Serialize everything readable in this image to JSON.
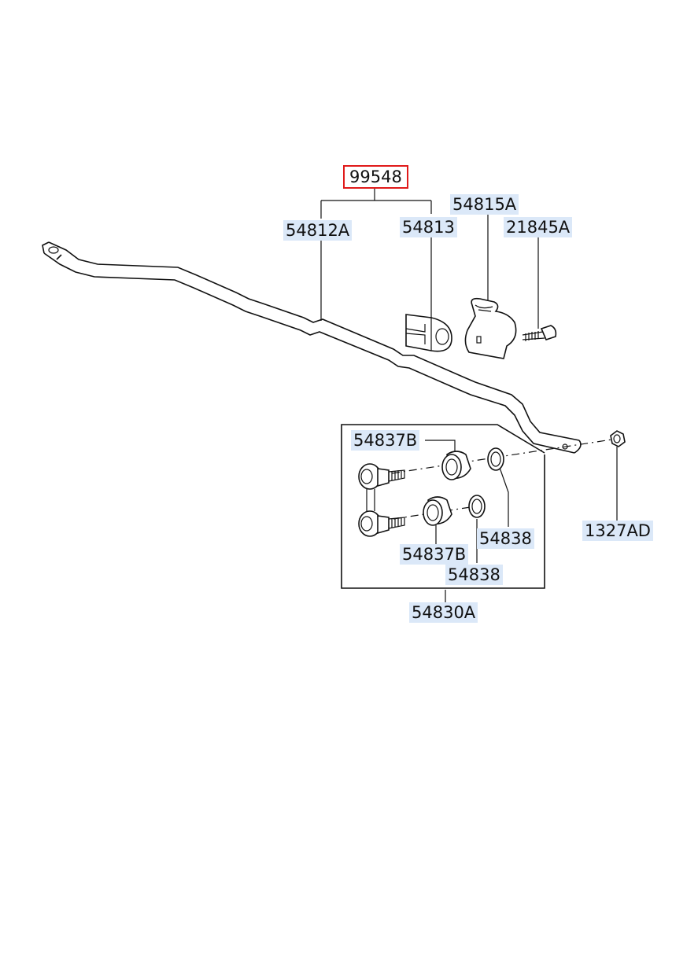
{
  "diagram": {
    "assembly_code": "99548",
    "parts": {
      "bar": "54812A",
      "bushing": "54813",
      "bracket": "54815A",
      "bolt": "21845A",
      "nut": "1327AD",
      "link_assembly": "54830A",
      "link_bushing_upper": "54837B",
      "link_bushing_lower": "54837B",
      "washer_right": "54838",
      "washer_lower": "54838"
    },
    "colors": {
      "label_highlight": "#dbe8f8",
      "assembly_border": "#e01a1a",
      "line": "#111111"
    }
  }
}
